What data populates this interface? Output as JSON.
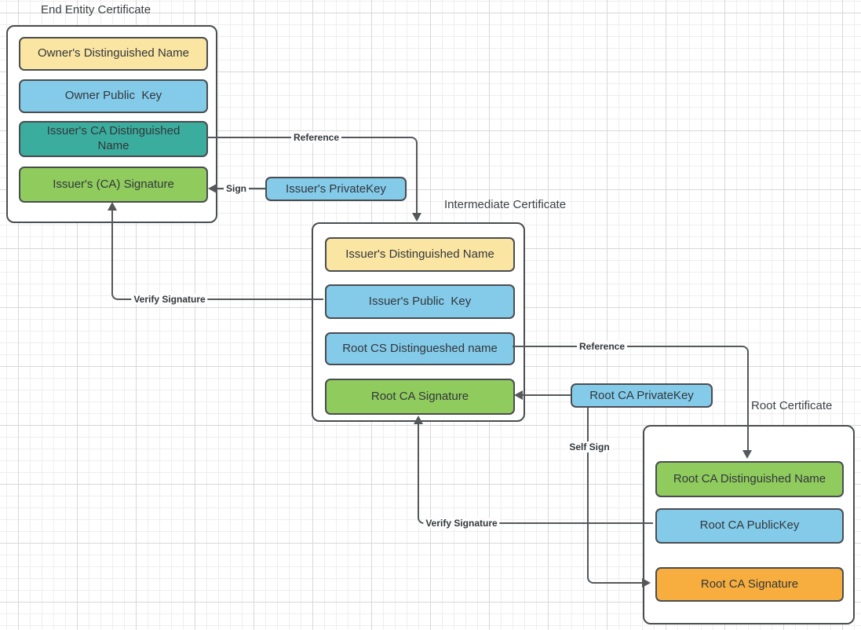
{
  "diagram": {
    "certificates": [
      {
        "title": "End Entity Certificate",
        "fields": [
          {
            "label": "Owner's Distinguished Name",
            "color": "yellow"
          },
          {
            "label": "Owner Public  Key",
            "color": "blue"
          },
          {
            "label": "Issuer's CA Distinguished Name",
            "color": "teal"
          },
          {
            "label": "Issuer's (CA) Signature",
            "color": "green"
          }
        ]
      },
      {
        "title": "Intermediate Certificate",
        "fields": [
          {
            "label": "Issuer's Distinguished Name",
            "color": "yellow"
          },
          {
            "label": "Issuer's Public  Key",
            "color": "blue"
          },
          {
            "label": "Root CS Distingueshed name",
            "color": "blue"
          },
          {
            "label": "Root CA Signature",
            "color": "green"
          }
        ]
      },
      {
        "title": "Root Certificate",
        "fields": [
          {
            "label": "Root CA Distinguished Name",
            "color": "green"
          },
          {
            "label": "Root CA PublicKey",
            "color": "blue"
          },
          {
            "label": "Root CA Signature",
            "color": "orange"
          }
        ]
      }
    ],
    "keys": [
      {
        "label": "Issuer's PrivateKey",
        "color": "blue"
      },
      {
        "label": "Root CA PrivateKey",
        "color": "blue"
      }
    ],
    "edge_labels": {
      "reference_top": "Reference",
      "sign": "Sign",
      "verify_signature_left": "Verify Signature",
      "reference_mid": "Reference",
      "self_sign": "Self Sign",
      "verify_signature_bottom": "Verify Signature"
    },
    "colors": {
      "yellow": "#fbe5a2",
      "blue": "#84cbea",
      "teal": "#3bad9e",
      "green": "#90cb5e",
      "orange": "#f7ae3f",
      "line": "#54585b",
      "border": "#4a4d50",
      "grid_minor": "#eeeeee",
      "grid_major": "#d8d8d8"
    }
  }
}
